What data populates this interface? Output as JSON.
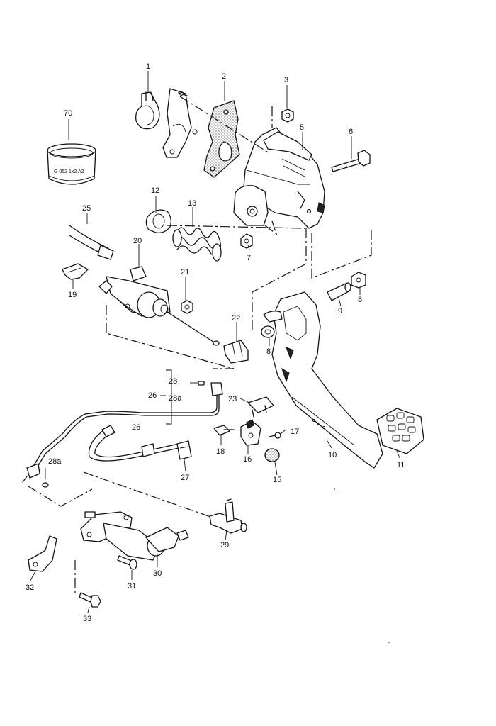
{
  "diagram": {
    "part_numbers": [
      "1",
      "2",
      "3",
      "5",
      "6",
      "7",
      "8",
      "8",
      "9",
      "10",
      "11",
      "12",
      "13",
      "15",
      "16",
      "17",
      "18",
      "19",
      "20",
      "21",
      "22",
      "23",
      "25",
      "26",
      "26",
      "27",
      "28",
      "28a",
      "28a",
      "29",
      "30",
      "31",
      "32",
      "33",
      "70"
    ],
    "stamp_text": "G 052 1x2 A2"
  }
}
